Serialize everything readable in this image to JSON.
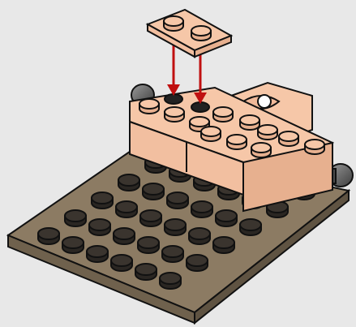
{
  "scene": {
    "caption": "",
    "colors": {
      "background": "#e8e8e8",
      "baseplate_top": "#8c7b63",
      "baseplate_side": "#6f614d",
      "stud_dark": "#2e2a26",
      "brick_face": "#f6c7a8",
      "brick_side": "#e7b08f",
      "arrow": "#c01010",
      "outline": "#111111",
      "pin_gray": "#606060"
    },
    "icons": {
      "instruction": "lego-build-step-icon",
      "arrow": "down-arrow-icon"
    },
    "baseplate_grid": {
      "rows": 6,
      "cols": 6
    },
    "plate_1x2_studs": 2,
    "arrow_count": 2
  }
}
